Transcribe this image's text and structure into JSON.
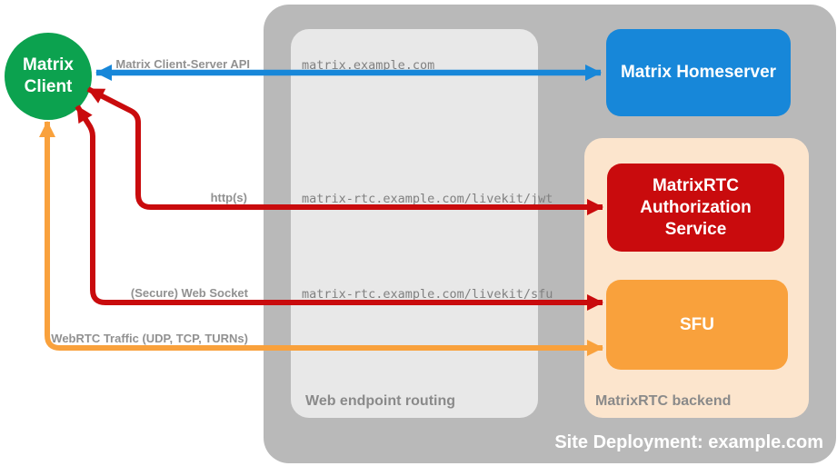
{
  "colors": {
    "client_green": "#0ca24f",
    "homeserver_blue": "#1787d9",
    "auth_red": "#c90b0d",
    "sfu_orange": "#f9a13c",
    "backend_peach": "#fce5cd",
    "site_gray": "#b9b9b9",
    "routing_gray": "#e8e8e8",
    "label_gray": "#8a8a8a"
  },
  "client": {
    "label": "Matrix Client"
  },
  "homeserver": {
    "label": "Matrix Homeserver"
  },
  "site_deployment": {
    "label": "Site Deployment: example.com"
  },
  "web_endpoint_routing": {
    "label": "Web endpoint routing",
    "endpoints": [
      "matrix.example.com",
      "matrix-rtc.example.com/livekit/jwt",
      "matrix-rtc.example.com/livekit/sfu"
    ]
  },
  "matrixrtc_backend": {
    "label": "MatrixRTC backend",
    "authorization_service": {
      "label": "MatrixRTC Authorization Service"
    },
    "sfu": {
      "label": "SFU"
    }
  },
  "connections": [
    {
      "id": "client-server-api",
      "label": "Matrix Client-Server API",
      "from": "Matrix Client",
      "to": "Matrix Homeserver",
      "color": "#1787d9",
      "bidirectional": true
    },
    {
      "id": "https",
      "label": "http(s)",
      "from": "Matrix Client",
      "to": "MatrixRTC Authorization Service",
      "color": "#c90b0d",
      "bidirectional": true
    },
    {
      "id": "secure-web-socket",
      "label": "(Secure) Web Socket",
      "from": "Matrix Client",
      "to": "SFU",
      "color": "#c90b0d",
      "bidirectional": true
    },
    {
      "id": "webrtc-traffic",
      "label": "WebRTC Traffic (UDP, TCP, TURNs)",
      "from": "Matrix Client",
      "to": "SFU",
      "color": "#f9a13c",
      "bidirectional": true
    }
  ]
}
